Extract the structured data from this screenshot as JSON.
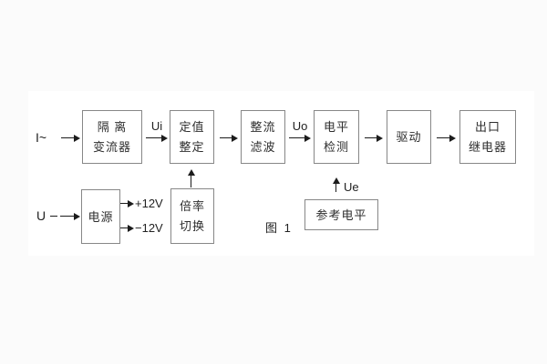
{
  "figure": {
    "caption": "图 1",
    "sheet_background": "#ffffff",
    "page_background": "#fbfbfb",
    "box_border_color": "#878787",
    "line_color": "#1c1c1c"
  },
  "inputs": {
    "current_input": "I~",
    "voltage_input": "U"
  },
  "signal_labels": {
    "ui": "Ui",
    "uo": "Uo",
    "ue": "Ue",
    "plus_12v": "+12V",
    "minus_12v": "−12V"
  },
  "blocks": {
    "isolation_transformer": {
      "line1": "隔 离",
      "line2": "变流器"
    },
    "setting_adjust": {
      "line1": "定值",
      "line2": "整定"
    },
    "rectify_filter": {
      "line1": "整流",
      "line2": "滤波"
    },
    "level_detect": {
      "line1": "电平",
      "line2": "检测"
    },
    "drive": {
      "line1": "驱动"
    },
    "output_relay": {
      "line1": "出口",
      "line2": "继电器"
    },
    "power_supply": {
      "line1": "电源"
    },
    "ratio_switch": {
      "line1": "倍率",
      "line2": "切换"
    },
    "reference_level": {
      "line1": "参考电平"
    }
  }
}
